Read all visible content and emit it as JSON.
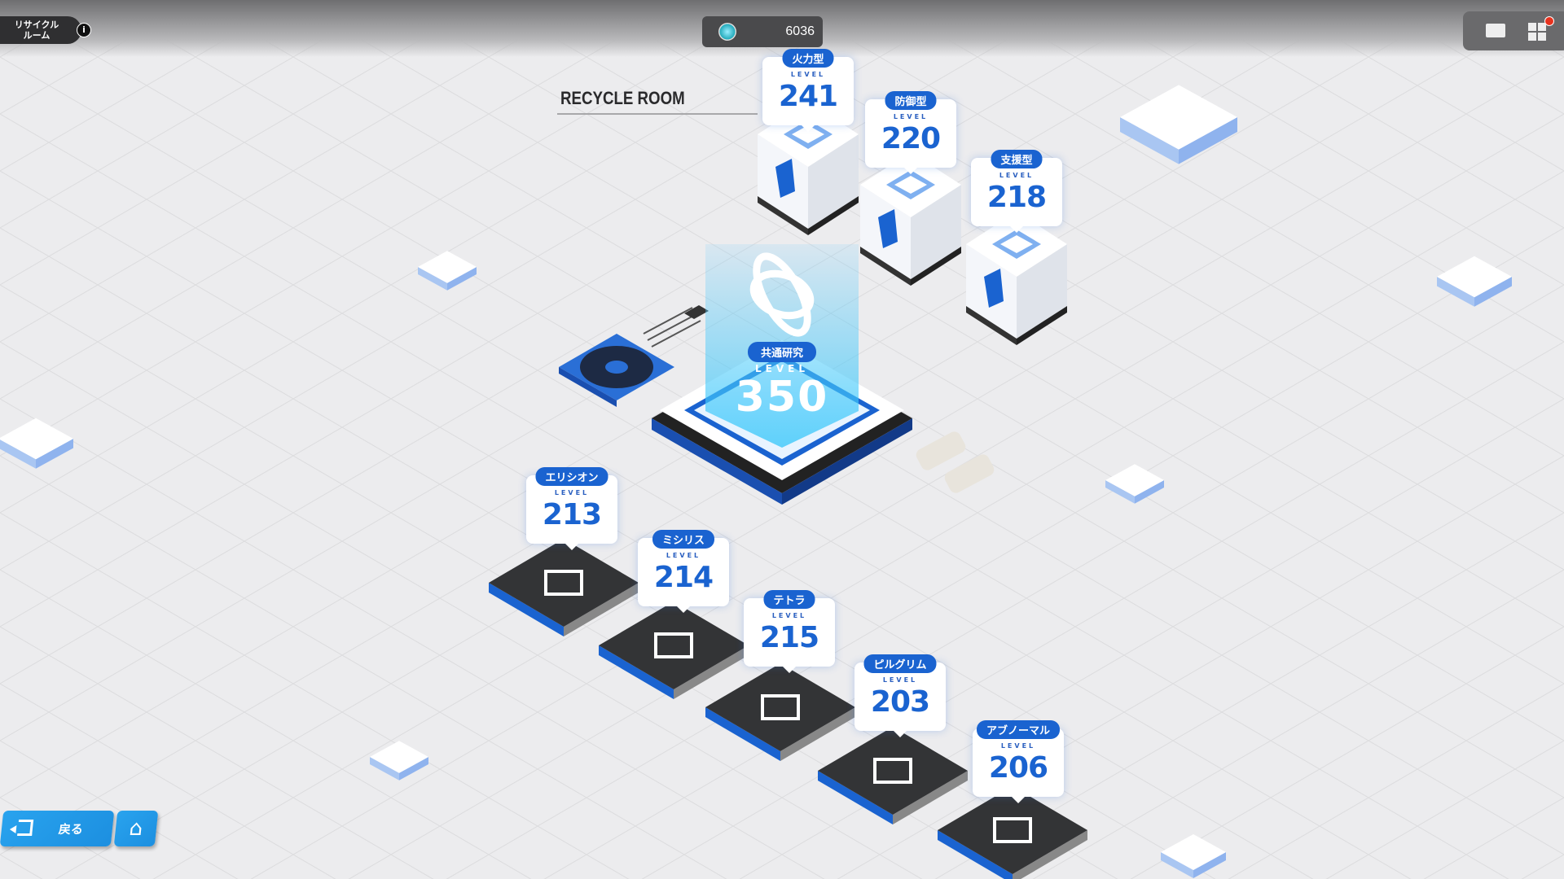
{
  "header": {
    "room_name_line1": "リサイクル",
    "room_name_line2": "ルーム",
    "info_icon": "i",
    "currency_value": "6036"
  },
  "room_title": "RECYCLE ROOM",
  "level_label": "LEVEL",
  "core": {
    "name": "共通研究",
    "level": "350"
  },
  "class_research": [
    {
      "name": "火力型",
      "level": "241"
    },
    {
      "name": "防御型",
      "level": "220"
    },
    {
      "name": "支援型",
      "level": "218"
    }
  ],
  "manufacturer_research": [
    {
      "name": "エリシオン",
      "level": "213"
    },
    {
      "name": "ミシリス",
      "level": "214"
    },
    {
      "name": "テトラ",
      "level": "215"
    },
    {
      "name": "ピルグリム",
      "level": "203"
    },
    {
      "name": "アブノーマル",
      "level": "206"
    }
  ],
  "footer": {
    "back_label": "戻る",
    "home_icon": "⌂"
  },
  "colors": {
    "accent": "#1a63d0",
    "button": "#1c8fe0",
    "chip": "#333436"
  }
}
